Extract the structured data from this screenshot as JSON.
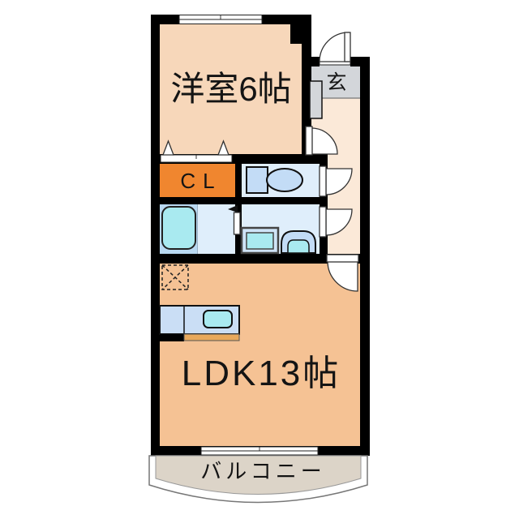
{
  "floorplan": {
    "labels": {
      "western_room": "洋室6帖",
      "entrance": "玄",
      "closet": "CL",
      "ldk": "LDK13帖",
      "balcony": "バルコニー"
    },
    "icons": {
      "entry_door": "swing-door-arc",
      "interior_doors": "swing-door-arc",
      "closet_doors": "folding-door-triangles",
      "bath_door": "folding-door-arrow",
      "toilet": "toilet-icon",
      "bathtub": "bathtub-icon",
      "washing_machine": "washing-machine-icon",
      "vanity_sink": "sink-icon",
      "kitchen_counter": "kitchen-counter-with-sink-icon",
      "refrigerator_space": "dashed-x-box-icon",
      "windows": "sliding-window",
      "shoe_cabinet": "shoe-cabinet-icon"
    },
    "colors": {
      "wall": "#000000",
      "floor-peach": "#f7d7ba",
      "hall-cream": "#fbe9d8",
      "genkan-gray": "#d3d6da",
      "closet-orange": "#f0862f",
      "room-blue": "#dfeefb",
      "bath-blue": "#b9d9f2",
      "cyan": "#a9eaf0",
      "fixture-blue": "#c3dcf6",
      "kitchen-blue": "#cadef5",
      "counter-tan": "#e8a95c",
      "ldk-orange": "#f5c294",
      "balcony-gray": "#dcd4c8"
    }
  }
}
